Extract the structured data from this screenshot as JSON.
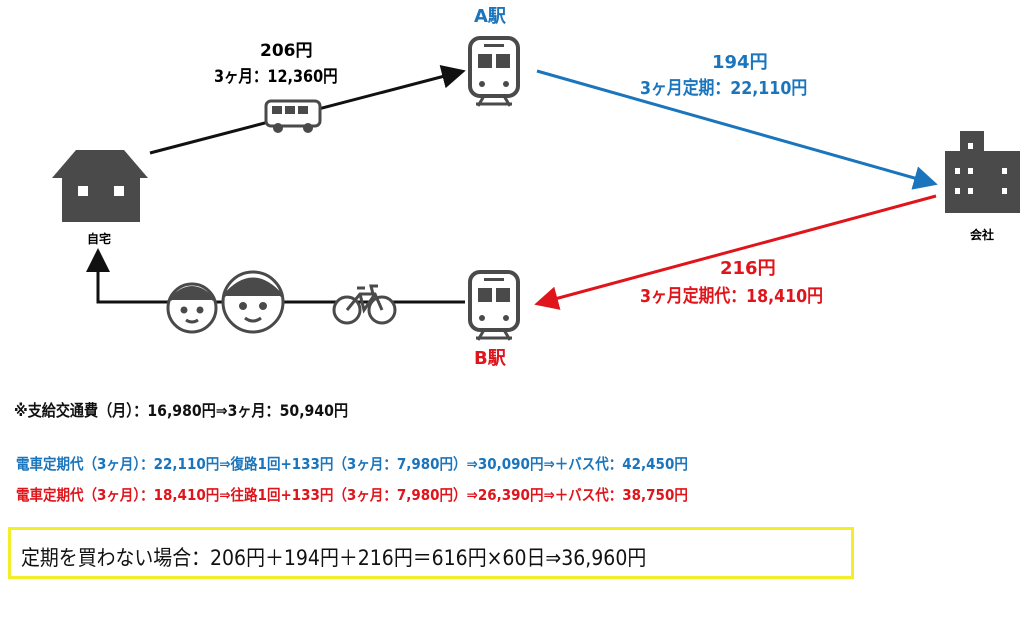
{
  "nodes": {
    "home_label": "自宅",
    "company_label": "会社",
    "station_a_label": "A駅",
    "station_b_label": "B駅"
  },
  "routes": {
    "bus": {
      "fare": "206円",
      "three_month": "3ヶ月：12,360円"
    },
    "train_a": {
      "fare": "194円",
      "three_month": "3ヶ月定期：22,110円"
    },
    "train_b": {
      "fare": "216円",
      "three_month": "3ヶ月定期代：18,410円"
    }
  },
  "notes": {
    "allowance": "※支給交通費（月）：16,980円⇒3ヶ月：50,940円",
    "blue_calc": "電車定期代（3ヶ月）：22,110円⇒復路1回+133円（3ヶ月：7,980円）⇒30,090円⇒＋バス代：42,450円",
    "red_calc": "電車定期代（3ヶ月）：18,410円⇒往路1回+133円（3ヶ月：7,980円）⇒26,390円⇒＋バス代：38,750円",
    "no_pass": "定期を買わない場合：206円＋194円＋216円＝616円×60日⇒36,960円"
  },
  "colors": {
    "blue": "#1a75bc",
    "red": "#e0141b",
    "icon": "#4a4a4a",
    "highlight": "#f2ee2a"
  }
}
